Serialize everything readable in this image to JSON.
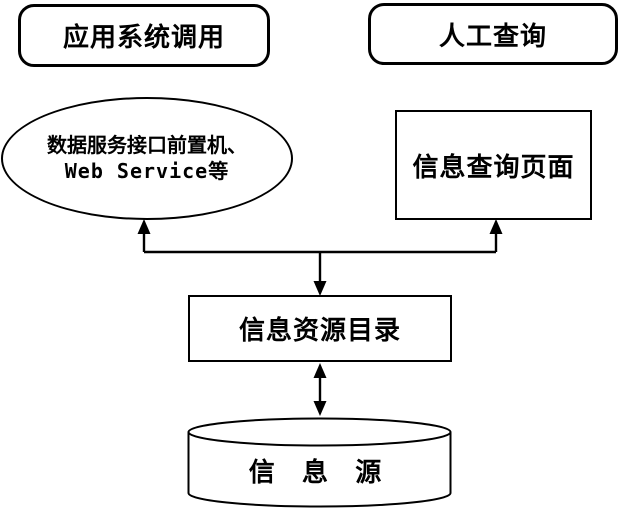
{
  "diagram": {
    "colors": {
      "stroke": "#000000",
      "background": "#ffffff",
      "text": "#000000"
    },
    "nodes": {
      "app_system_call": {
        "label": "应用系统调用",
        "shape": "rounded-rectangle"
      },
      "manual_query": {
        "label": "人工查询",
        "shape": "rounded-rectangle"
      },
      "data_service_interface": {
        "label_line1": "数据服务接口前置机、",
        "label_line2": "Web Service等",
        "shape": "ellipse"
      },
      "info_query_page": {
        "label": "信息查询页面",
        "shape": "rectangle"
      },
      "info_resource_catalog": {
        "label": "信息资源目录",
        "shape": "rectangle"
      },
      "info_source": {
        "label": "信 息 源",
        "shape": "cylinder"
      }
    },
    "edges": [
      {
        "from": "branch-junction",
        "to": "data_service_interface",
        "style": "arrow-up"
      },
      {
        "from": "branch-junction",
        "to": "info_query_page",
        "style": "arrow-up"
      },
      {
        "from": "branch-junction",
        "to": "info_resource_catalog",
        "style": "arrow-down"
      },
      {
        "from": "info_resource_catalog",
        "to": "info_source",
        "style": "double-headed-arrow"
      }
    ]
  }
}
